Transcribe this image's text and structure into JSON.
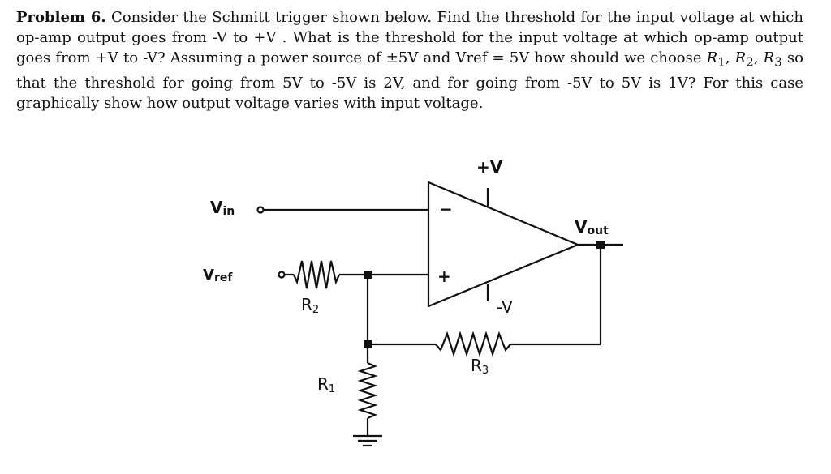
{
  "problem": {
    "title": "Problem 6.",
    "seg1": " Consider the Schmitt trigger shown below. Find the threshold for the input voltage at which op-amp output goes from -V to +V . What is the threshold for the input voltage at which op-amp output goes from +V to -V? Assuming a power source of ±5V and Vref = 5V how should we choose ",
    "r1": "R",
    "r1sub": "1",
    "comma1": ", ",
    "r2": "R",
    "r2sub": "2",
    "comma2": ", ",
    "r3": "R",
    "r3sub": "3",
    "seg2": " so that the threshold for going from 5V to -5V is 2V, and for going from -5V to 5V is 1V? For this case graphically show how output voltage varies with input voltage."
  },
  "circuit": {
    "vin_label": "V",
    "vin_sub": "in",
    "vref_label": "V",
    "vref_sub": "ref",
    "vout_label": "V",
    "vout_sub": "out",
    "plus_supply": "+V",
    "minus_supply": "-V",
    "inverting_sign": "−",
    "noninverting_sign": "+",
    "r1_label": "R",
    "r1_sub": "1",
    "r2_label": "R",
    "r2_sub": "2",
    "r3_label": "R",
    "r3_sub": "3"
  }
}
